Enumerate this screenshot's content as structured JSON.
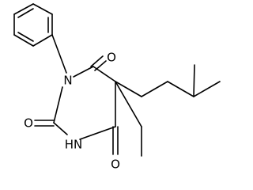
{
  "molecule": {
    "atom_labels": {
      "n1": "N",
      "n3": "HN",
      "o4": "O",
      "o2": "O",
      "o6": "O"
    }
  }
}
